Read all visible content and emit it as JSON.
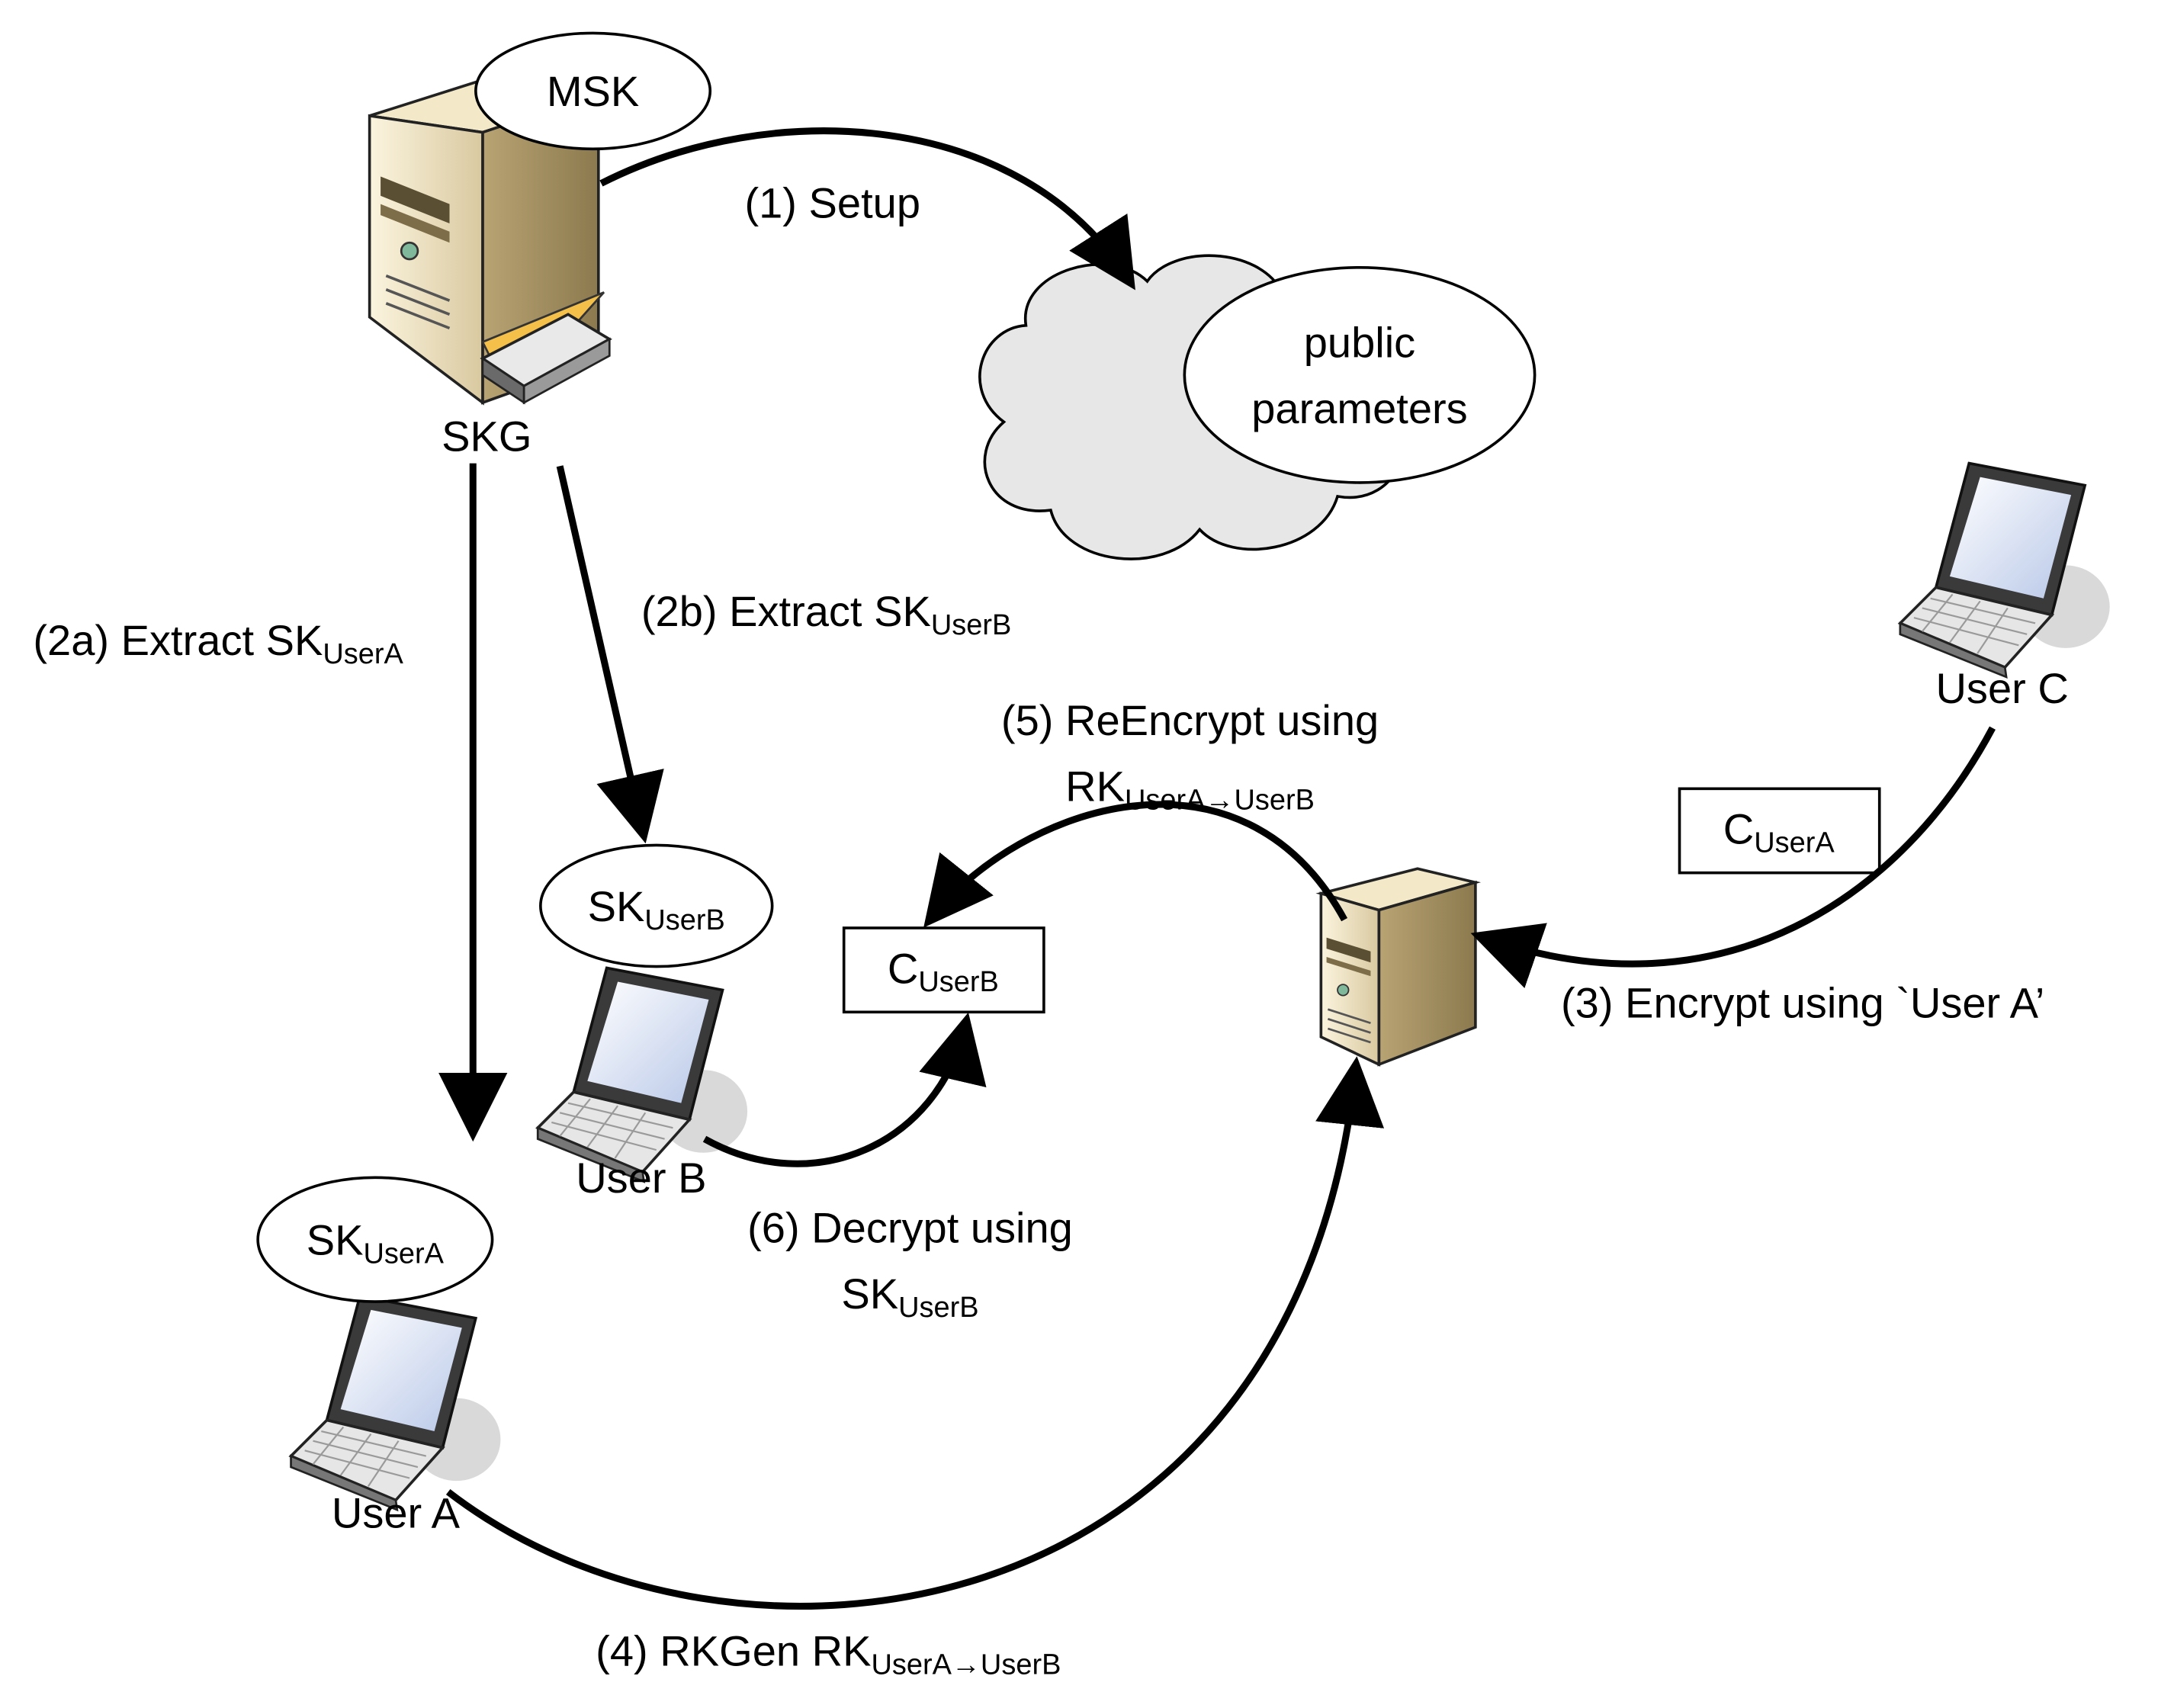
{
  "nodes": {
    "skg": {
      "label": "SKG"
    },
    "msk": {
      "label": "MSK"
    },
    "cloud": {
      "line1": "public",
      "line2": "parameters"
    },
    "user_a": {
      "label": "User A"
    },
    "user_b": {
      "label": "User B"
    },
    "user_c": {
      "label": "User C"
    },
    "sk_user_a": {
      "main": "SK",
      "sub": "UserA"
    },
    "sk_user_b": {
      "main": "SK",
      "sub": "UserB"
    },
    "c_user_a": {
      "main": "C",
      "sub": "UserA"
    },
    "c_user_b": {
      "main": "C",
      "sub": "UserB"
    }
  },
  "steps": {
    "setup": {
      "text": "(1) Setup"
    },
    "extract_a": {
      "text": "(2a) Extract SK",
      "sub": "UserA"
    },
    "extract_b": {
      "text": "(2b) Extract SK",
      "sub": "UserB"
    },
    "encrypt": {
      "text": "(3) Encrypt using `User A’"
    },
    "rkgen": {
      "text": "(4) RKGen RK",
      "sub": "UserA→UserB"
    },
    "reencrypt": {
      "line1": "(5) ReEncrypt using",
      "line2": "RK",
      "sub": "UserA→UserB"
    },
    "decrypt": {
      "line1": "(6) Decrypt using",
      "line2": "SK",
      "sub": "UserB"
    }
  }
}
